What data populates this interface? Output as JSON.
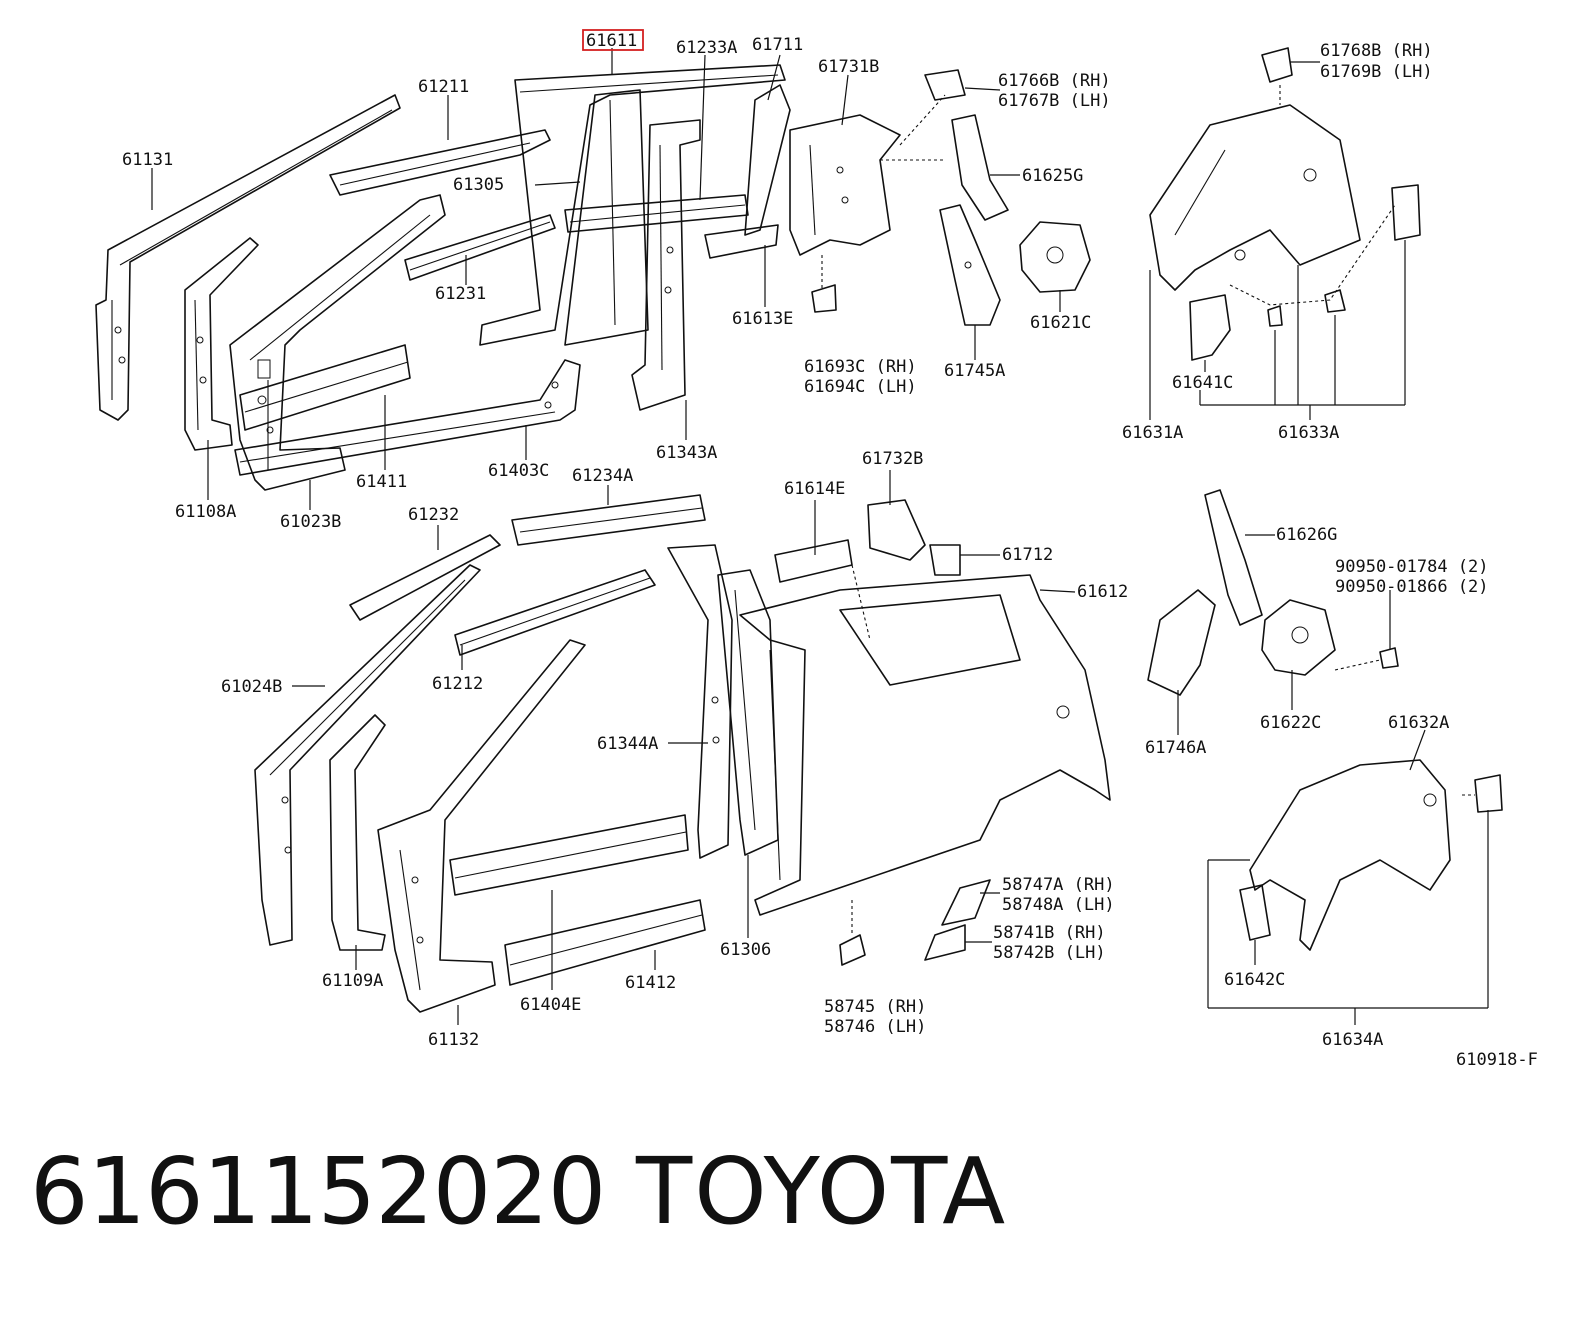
{
  "diagram": {
    "highlighted_part": "61611",
    "reference_code": "610918-F",
    "labels": {
      "p61611": "61611",
      "p61233A": "61233A",
      "p61711": "61711",
      "p61731B": "61731B",
      "p61766B": "61766B (RH)",
      "p61767B": "61767B (LH)",
      "p61768B": "61768B (RH)",
      "p61769B": "61769B (LH)",
      "p61211": "61211",
      "p61131": "61131",
      "p61305": "61305",
      "p61625G": "61625G",
      "p61231": "61231",
      "p61613E": "61613E",
      "p61621C": "61621C",
      "p61693C": "61693C (RH)",
      "p61694C": "61694C (LH)",
      "p61745A": "61745A",
      "p61641C": "61641C",
      "p61631A": "61631A",
      "p61633A": "61633A",
      "p61403C": "61403C",
      "p61411": "61411",
      "p61343A": "61343A",
      "p61108A": "61108A",
      "p61023B": "61023B",
      "p61234A": "61234A",
      "p61732B": "61732B",
      "p61614E": "61614E",
      "p61232": "61232",
      "p61712": "61712",
      "p61612": "61612",
      "p61626G": "61626G",
      "p90950a": "90950-01784 (2)",
      "p90950b": "90950-01866 (2)",
      "p61024B": "61024B",
      "p61212": "61212",
      "p61344A": "61344A",
      "p61746A": "61746A",
      "p61622C": "61622C",
      "p61632A": "61632A",
      "p58747A": "58747A (RH)",
      "p58748A": "58748A (LH)",
      "p58741B": "58741B (RH)",
      "p58742B": "58742B (LH)",
      "p61306": "61306",
      "p61109A": "61109A",
      "p61404E": "61404E",
      "p61412": "61412",
      "p58745": "58745 (RH)",
      "p58746": "58746 (LH)",
      "p61642C": "61642C",
      "p61132": "61132",
      "p61634A": "61634A"
    }
  },
  "footer": {
    "part_number": "6161152020",
    "brand": "TOYOTA"
  }
}
